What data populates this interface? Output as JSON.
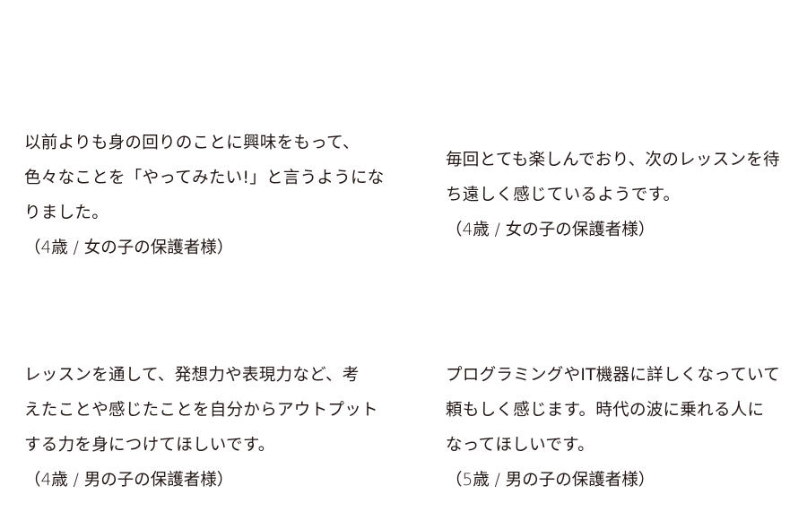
{
  "testimonials": [
    {
      "lines": [
        "以前よりも身の回りのことに興味をもって、",
        "色々なことを「やってみたい!」と言うようにな",
        "りました。"
      ],
      "attribution": "（4歳 / 女の子の保護者様）"
    },
    {
      "lines": [
        "毎回とても楽しんでおり、次のレッスンを待",
        "ち遠しく感じているようです。"
      ],
      "attribution": "（4歳 / 女の子の保護者様）"
    },
    {
      "lines": [
        "レッスンを通して、発想力や表現力など、考",
        "えたことや感じたことを自分からアウトプット",
        "する力を身につけてほしいです。"
      ],
      "attribution": "（4歳 / 男の子の保護者様）"
    },
    {
      "lines": [
        "プログラミングやIT機器に詳しくなっていて",
        "頼もしく感じます。時代の波に乗れる人に",
        "なってほしいです。"
      ],
      "attribution": "（5歳 / 男の子の保護者様）"
    }
  ],
  "colors": {
    "text": "#231815",
    "background": "#ffffff"
  }
}
